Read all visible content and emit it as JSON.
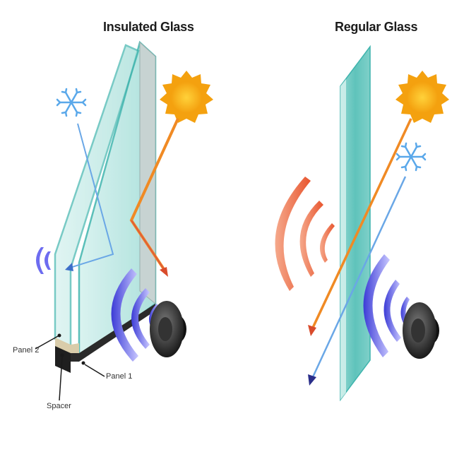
{
  "titles": {
    "insulated": "Insulated Glass",
    "regular": "Regular Glass"
  },
  "labels": {
    "panel2": "Panel 2",
    "panel1": "Panel 1",
    "spacer": "Spacer"
  },
  "colors": {
    "glass": "#b9e6e2",
    "glass_edge": "#3fb4ad",
    "sun": "#f6b81c",
    "heat_ray": "#f08a24",
    "cold_ray": "#6aa7e6",
    "heat_wave": "#f06e4a",
    "sound_wave": "#7e7cf2",
    "snowflake": "#5aa8ea"
  },
  "icons": [
    "snowflake-icon",
    "sun-icon",
    "speaker-icon",
    "sound-wave-icon",
    "heat-wave-icon"
  ]
}
